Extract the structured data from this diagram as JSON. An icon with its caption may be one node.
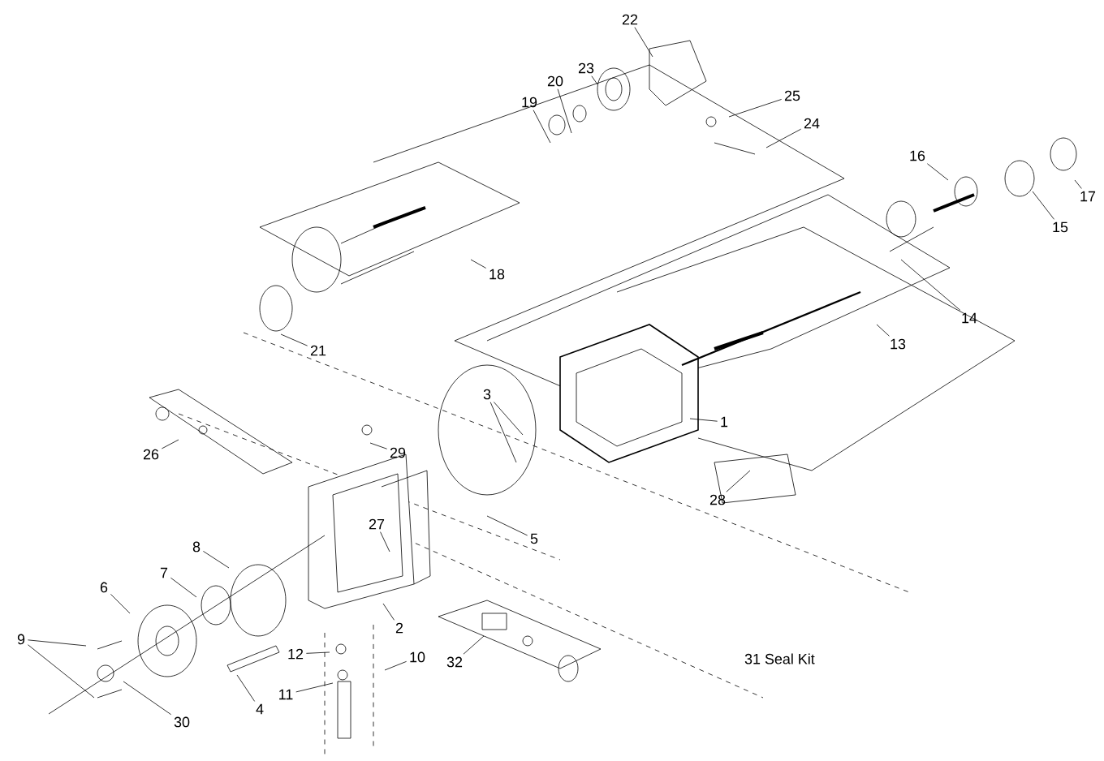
{
  "diagram": {
    "nodes": [
      {
        "text": [
          "22"
        ]
      },
      {
        "text": [
          "23"
        ]
      },
      {
        "text": [
          "20"
        ]
      },
      {
        "text": [
          "19"
        ]
      },
      {
        "text": [
          "25"
        ]
      },
      {
        "text": [
          "24"
        ]
      },
      {
        "text": [
          "18"
        ]
      },
      {
        "text": [
          "21"
        ]
      },
      {
        "text": [
          "16"
        ]
      },
      {
        "text": [
          "17"
        ]
      },
      {
        "text": [
          "15"
        ]
      },
      {
        "text": [
          "14"
        ]
      },
      {
        "text": [
          "13"
        ]
      },
      {
        "text": [
          "3"
        ]
      },
      {
        "text": [
          "1"
        ]
      },
      {
        "text": [
          "28"
        ]
      },
      {
        "text": [
          "29"
        ]
      },
      {
        "text": [
          "26"
        ]
      },
      {
        "text": [
          "5"
        ]
      },
      {
        "text": [
          "27"
        ]
      },
      {
        "text": [
          "8"
        ]
      },
      {
        "text": [
          "7"
        ]
      },
      {
        "text": [
          "6"
        ]
      },
      {
        "text": [
          "2"
        ]
      },
      {
        "text": [
          "9"
        ]
      },
      {
        "text": [
          "30"
        ]
      },
      {
        "text": [
          "4"
        ]
      },
      {
        "text": [
          "12"
        ]
      },
      {
        "text": [
          "11"
        ]
      },
      {
        "text": [
          "10"
        ]
      },
      {
        "text": [
          "32"
        ]
      }
    ],
    "edges": [
      {
        "from": 0,
        "to": null,
        "arrow": "none"
      },
      {
        "from": 1,
        "to": null,
        "arrow": "none"
      },
      {
        "from": 2,
        "to": null,
        "arrow": "none"
      },
      {
        "from": 3,
        "to": null,
        "arrow": "none"
      },
      {
        "from": 4,
        "to": null,
        "arrow": "none"
      },
      {
        "from": 5,
        "to": null,
        "arrow": "none"
      },
      {
        "from": 6,
        "to": null,
        "arrow": "none"
      },
      {
        "from": 7,
        "to": null,
        "arrow": "none"
      },
      {
        "from": 8,
        "to": null,
        "arrow": "none"
      },
      {
        "from": 9,
        "to": null,
        "arrow": "none"
      },
      {
        "from": 10,
        "to": null,
        "arrow": "none"
      },
      {
        "from": 11,
        "to": null,
        "arrow": "none"
      },
      {
        "from": 12,
        "to": null,
        "arrow": "none"
      },
      {
        "from": 13,
        "to": null,
        "arrow": "none"
      },
      {
        "from": 13,
        "to": null,
        "arrow": "none"
      },
      {
        "from": 14,
        "to": null,
        "arrow": "none"
      },
      {
        "from": 15,
        "to": null,
        "arrow": "none"
      },
      {
        "from": 16,
        "to": null,
        "arrow": "none"
      },
      {
        "from": 17,
        "to": null,
        "arrow": "none"
      },
      {
        "from": 18,
        "to": null,
        "arrow": "none"
      },
      {
        "from": 19,
        "to": null,
        "arrow": "none"
      },
      {
        "from": 20,
        "to": null,
        "arrow": "none"
      },
      {
        "from": 21,
        "to": null,
        "arrow": "none"
      },
      {
        "from": 22,
        "to": null,
        "arrow": "none"
      },
      {
        "from": 23,
        "to": null,
        "arrow": "none"
      },
      {
        "from": 24,
        "to": null,
        "arrow": "none"
      },
      {
        "from": 24,
        "to": null,
        "arrow": "none"
      },
      {
        "from": 25,
        "to": null,
        "arrow": "none"
      },
      {
        "from": 26,
        "to": null,
        "arrow": "none"
      },
      {
        "from": 27,
        "to": null,
        "arrow": "none"
      },
      {
        "from": 28,
        "to": null,
        "arrow": "none"
      },
      {
        "from": 29,
        "to": null,
        "arrow": "none"
      },
      {
        "from": 30,
        "to": null,
        "arrow": "none"
      }
    ],
    "labels": [
      "31 Seal Kit"
    ]
  }
}
